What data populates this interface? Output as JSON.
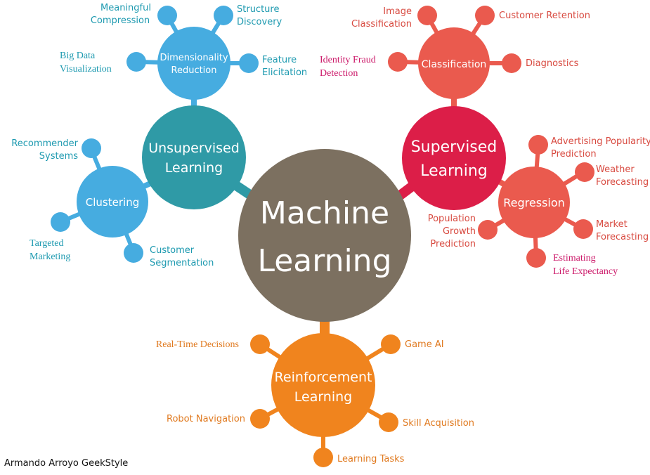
{
  "colors": {
    "core": "#7c7060",
    "unsupervised": "#2f9aa6",
    "unsupervised_sub": "#46ace0",
    "unsupervised_text": "#1e9ab0",
    "supervised": "#dc1e48",
    "supervised_sub": "#ea5a4e",
    "supervised_text": "#d84a40",
    "serif_text": "#cc1a6a",
    "reinforcement": "#f0841e",
    "reinforcement_text": "#e07a20"
  },
  "center": {
    "line1": "Machine",
    "line2": "Learning"
  },
  "unsupervised": {
    "line1": "Unsupervised",
    "line2": "Learning",
    "dimensionality": {
      "line1": "Dimensionality",
      "line2": "Reduction",
      "meaningful_compression": [
        "Meaningful",
        "Compression"
      ],
      "structure_discovery": [
        "Structure",
        "Discovery"
      ],
      "feature_elicitation": [
        "Feature",
        "Elicitation"
      ],
      "big_data_visualization": [
        "Big Data",
        "Visualization"
      ]
    },
    "clustering": {
      "label": "Clustering",
      "recommender_systems": [
        "Recommender",
        "Systems"
      ],
      "targeted_marketing": [
        "Targeted",
        "Marketing"
      ],
      "customer_segmentation": [
        "Customer",
        "Segmentation"
      ]
    }
  },
  "supervised": {
    "line1": "Supervised",
    "line2": "Learning",
    "classification": {
      "label": "Classification",
      "image_classification": [
        "Image",
        "Classification"
      ],
      "customer_retention": "Customer Retention",
      "diagnostics": "Diagnostics",
      "identity_fraud_detection": [
        "Identity Fraud",
        "Detection"
      ]
    },
    "regression": {
      "label": "Regression",
      "advertising_popularity": [
        "Advertising Popularity",
        "Prediction"
      ],
      "weather_forecasting": [
        "Weather",
        "Forecasting"
      ],
      "market_forecasting": [
        "Market",
        "Forecasting"
      ],
      "estimating_life_expectancy": [
        "Estimating",
        "Life Expectancy"
      ],
      "population_growth": [
        "Population",
        "Growth",
        "Prediction"
      ]
    }
  },
  "reinforcement": {
    "line1": "Reinforcement",
    "line2": "Learning",
    "real_time_decisions": "Real-Time Decisions",
    "game_ai": "Game AI",
    "robot_navigation": "Robot Navigation",
    "skill_acquisition": "Skill Acquisition",
    "learning_tasks": "Learning Tasks"
  },
  "credit": "Armando Arroyo GeekStyle"
}
